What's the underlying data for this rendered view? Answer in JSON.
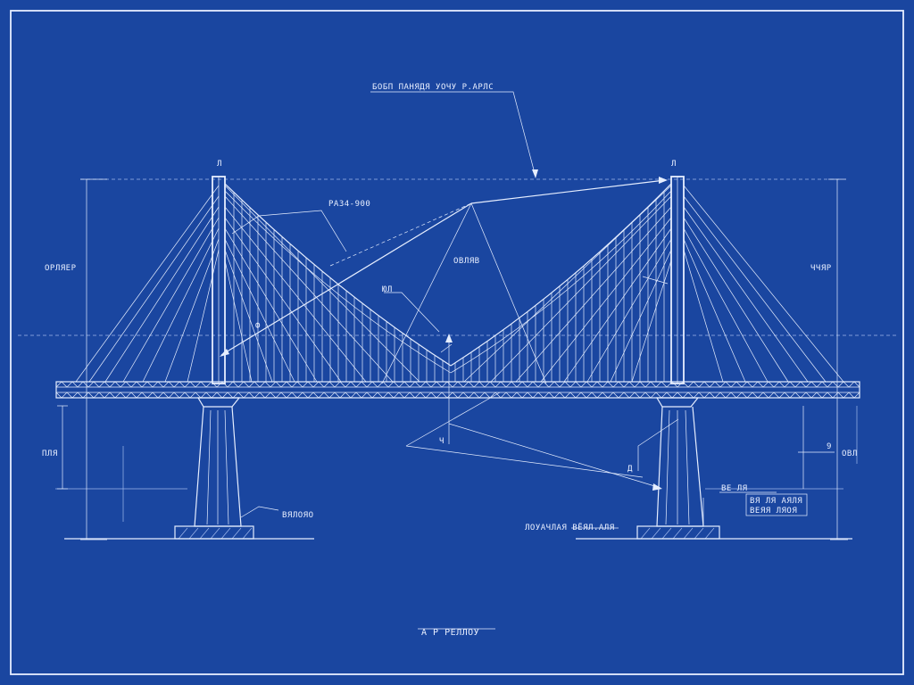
{
  "labels": {
    "top_note": "БОБП ПАНЯДЯ УОЧУ Р.АРЛС",
    "cable_note": "РАЗ4-900",
    "center_note": "ОВЛЯВ",
    "mid_left_note": "ЮЛ",
    "left_height": "ОРЛЯЕР",
    "right_height": "ЧЧЯР",
    "left_small": "ПЛЯ",
    "right_small": "ОВЛ",
    "base_label": "ВЯЛОЯО",
    "lower_center": "ЛОУАЧЛАЯ ВЁЯЛ.АЛЯ",
    "right_box_top": "ВЕ ЛЯ",
    "right_box_line1": "ВЯ ЛЯ АЯЛЯ",
    "right_box_line2": "ВЕЯЯ ЛЯОЯ",
    "left_tower_top": "Л",
    "right_tower_top": "Л",
    "right_dim_small": "9",
    "center_marker": "Ч",
    "lower_marker": "Ф",
    "box_marker": "Д",
    "footer_title": "А Р РЕЛЛОУ"
  },
  "colors": {
    "background": "#1a46a0",
    "line": "#e6eeff",
    "faint_line": "#9fb8ec"
  }
}
